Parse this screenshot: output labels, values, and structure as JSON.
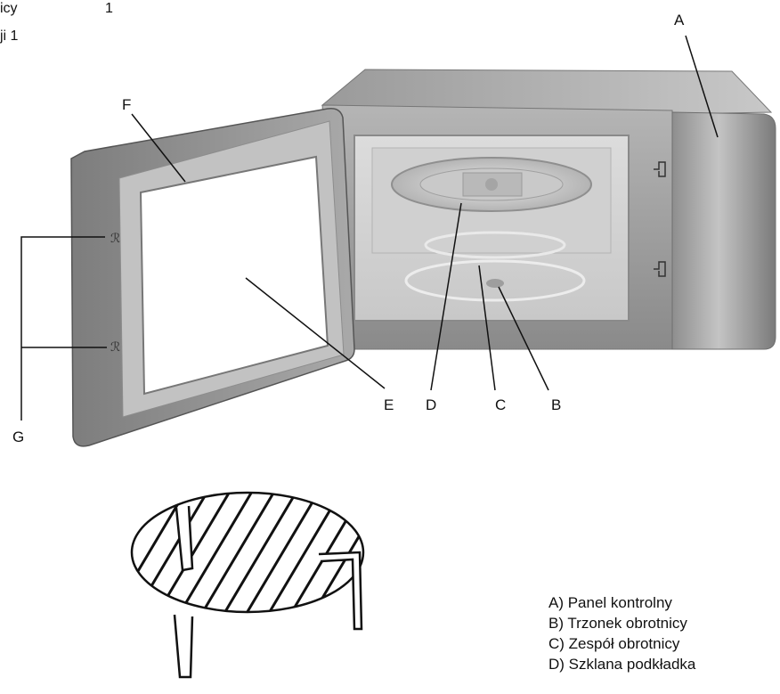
{
  "corner_fragment": {
    "line1": "icy",
    "line1_number": "1",
    "line2": "ji 1"
  },
  "labels": {
    "A": "A",
    "B": "B",
    "C": "C",
    "D": "D",
    "E": "E",
    "F": "F",
    "G": "G"
  },
  "legend": [
    "A) Panel kontrolny",
    "B) Trzonek obrotnicy",
    "C) Zespół obrotnicy",
    "D) Szklana podkładka"
  ]
}
